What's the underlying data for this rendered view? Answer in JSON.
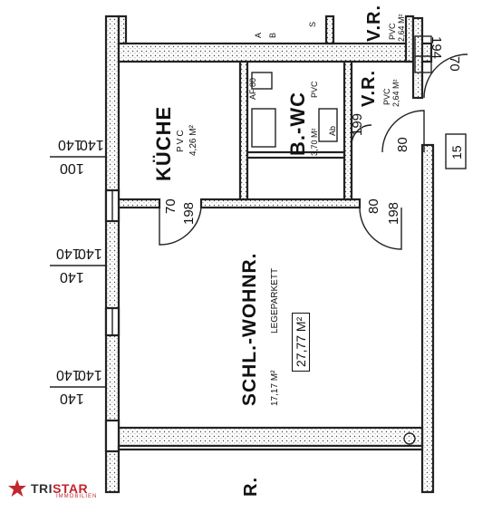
{
  "rooms": {
    "kueche": {
      "name": "KÜCHE",
      "floor": "PVC",
      "area": "4,26 M²"
    },
    "bwc": {
      "name": "B.-WC",
      "area": "3,70 M²",
      "floor": "PVC"
    },
    "vr": {
      "name": "V.R.",
      "floor": "PVC",
      "area": "2,64 M²"
    },
    "vr_top": {
      "name": "V.R.",
      "floor": "PVC",
      "area": "2,64 M²"
    },
    "schlwohnr": {
      "name": "SCHL.-WOHNR.",
      "area": "17,17 M²",
      "floor": "LEGEPARKETT",
      "total": "27,77 M²"
    },
    "partial_bottom": {
      "name": "R."
    }
  },
  "doors": {
    "kueche_door": {
      "width": "70",
      "height": "198"
    },
    "wohn_door": {
      "width": "80",
      "height": "198"
    },
    "vr_door": {
      "width": "80",
      "height": "199"
    },
    "entry_door": {
      "width": "194",
      "height": "70"
    }
  },
  "windows": [
    {
      "top": "140",
      "bottom": "100",
      "sill": "140"
    },
    {
      "top": "140",
      "bottom": "140",
      "sill": "140"
    },
    {
      "top": "140",
      "bottom": "140",
      "sill": "140"
    }
  ],
  "misc": {
    "unit_number": "15",
    "bwc_code": "AF 80",
    "bwc_small": "Ab",
    "top_labels": [
      "A",
      "B",
      "S"
    ]
  },
  "logo": {
    "brand_a": "TRI",
    "brand_b": "STAR",
    "sub": "IMMOBILIEN"
  },
  "colors": {
    "ink": "#222222",
    "paper": "#ffffff",
    "brand": "#c1272d"
  }
}
